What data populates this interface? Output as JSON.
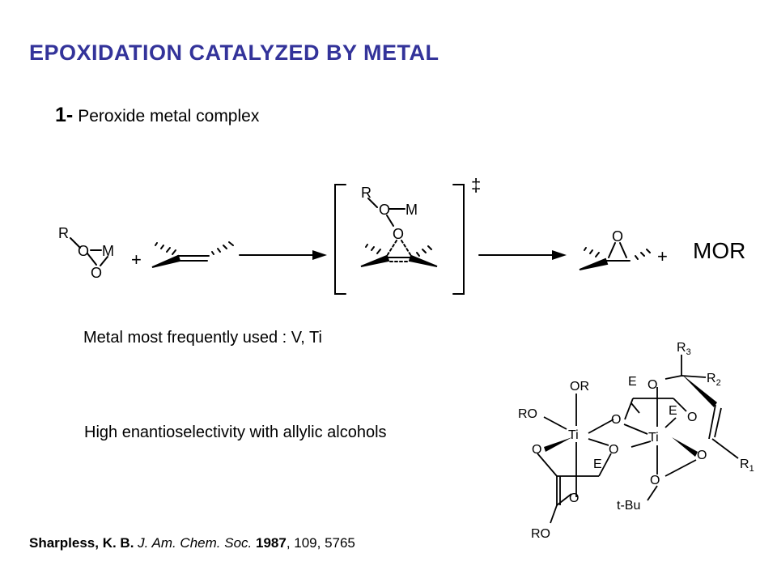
{
  "colors": {
    "title": "#33339a",
    "text": "#000000"
  },
  "title": "EPOXIDATION CATALYZED BY METAL",
  "section": {
    "number": "1-",
    "label": "Peroxide metal complex"
  },
  "scheme": {
    "reagent": {
      "r": "R",
      "o1": "O",
      "m": "M",
      "o2": "O"
    },
    "plus1": "+",
    "ts": {
      "r": "R",
      "o1": "O",
      "m": "M",
      "o2": "O",
      "dagger": "‡"
    },
    "product": {
      "o": "O"
    },
    "plus2": "+",
    "byproduct": "MOR"
  },
  "metal_text": "Metal most frequently used : V, Ti",
  "enantio_text": "High enantioselectivity with allylic alcohols",
  "catalyst": {
    "or_top": "OR",
    "ro_left": "RO",
    "ti1": "Ti",
    "ti2": "Ti",
    "e1": "E",
    "e2": "E",
    "e3": "E",
    "r1": "R",
    "r1_sub": "1",
    "r2": "R",
    "r2_sub": "2",
    "r3": "R",
    "r3_sub": "3",
    "tbu": "t-Bu",
    "ro_bottom": "RO",
    "o": "O"
  },
  "reference": {
    "authors": "Sharpless, K. B.",
    "journal": "J. Am. Chem. Soc.",
    "year": "1987",
    "rest": ", 109, 5765"
  }
}
